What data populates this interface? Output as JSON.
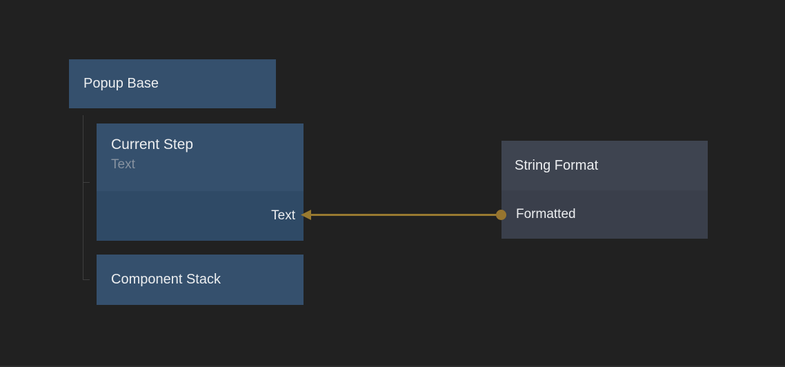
{
  "colors": {
    "canvas_bg": "#212121",
    "node_blue_header": "#35506d",
    "node_blue_body": "#2f4a66",
    "node_gray_header": "#3e4450",
    "node_gray_body": "#3a3f4b",
    "wire": "#997a30",
    "wire_dot": "#97752f",
    "tree_line": "#404040",
    "title_text": "#eceef0",
    "subtitle_text": "#8792a0"
  },
  "nodes": {
    "popup_base": {
      "title": "Popup Base"
    },
    "current_step": {
      "title": "Current Step",
      "subtitle": "Text",
      "input_port": {
        "label": "Text"
      }
    },
    "component_stack": {
      "title": "Component Stack"
    },
    "string_format": {
      "title": "String Format",
      "output_port": {
        "label": "Formatted"
      }
    }
  },
  "connection": {
    "from_node": "String Format",
    "from_port": "Formatted",
    "to_node": "Current Step",
    "to_port": "Text"
  }
}
